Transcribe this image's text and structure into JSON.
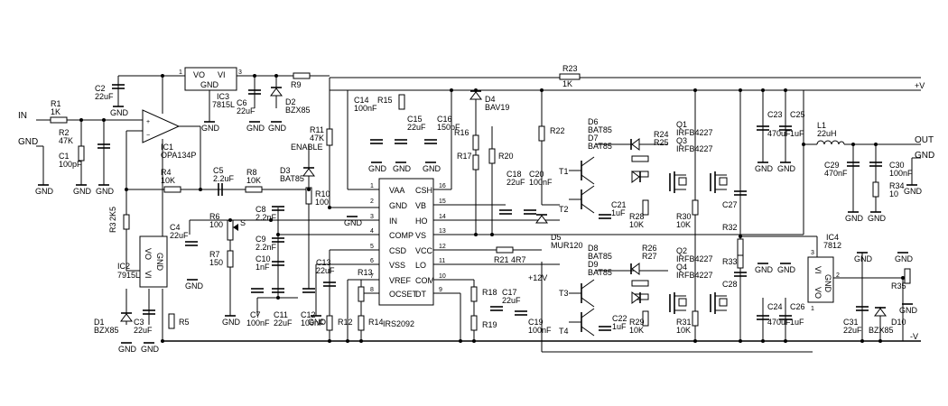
{
  "rails": {
    "pos": "+V",
    "neg": "-V",
    "p12": "+12V",
    "enable": "ENABLE",
    "input": "IN",
    "output": "OUT"
  },
  "gnd": "GND",
  "ic": {
    "driver": {
      "ref": "IRS2092",
      "pins": [
        {
          "n": "1",
          "name": "VAA"
        },
        {
          "n": "2",
          "name": "GND"
        },
        {
          "n": "3",
          "name": "IN"
        },
        {
          "n": "4",
          "name": "COMP"
        },
        {
          "n": "5",
          "name": "CSD"
        },
        {
          "n": "6",
          "name": "VSS"
        },
        {
          "n": "7",
          "name": "VREF"
        },
        {
          "n": "8",
          "name": "OCSET"
        },
        {
          "n": "16",
          "name": "CSH"
        },
        {
          "n": "15",
          "name": "VB"
        },
        {
          "n": "14",
          "name": "HO"
        },
        {
          "n": "13",
          "name": "VS"
        },
        {
          "n": "12",
          "name": "VCC"
        },
        {
          "n": "11",
          "name": "LO"
        },
        {
          "n": "10",
          "name": "COM"
        },
        {
          "n": "9",
          "name": "DT"
        }
      ]
    },
    "ic1": {
      "ref": "IC1",
      "val": "OPA134P"
    },
    "ic2": {
      "ref": "IC2",
      "val": "7915L",
      "vo": "VO",
      "vi": "VI",
      "gnd": "GND"
    },
    "ic3": {
      "ref": "IC3",
      "val": "7815L",
      "vo": "VO",
      "vi": "VI",
      "gnd": "GND",
      "p1": "1",
      "p3": "3"
    },
    "ic4": {
      "ref": "IC4",
      "val": "7812",
      "vi": "VI",
      "vo": "VO",
      "gnd": "GND",
      "p1": "1",
      "p2": "2",
      "p3": "3"
    }
  },
  "resistors": {
    "r1": {
      "ref": "R1",
      "val": "1K"
    },
    "r2": {
      "ref": "R2",
      "val": "47K"
    },
    "r3": {
      "ref": "R3",
      "val": "2K5"
    },
    "r4": {
      "ref": "R4",
      "val": "10K"
    },
    "r5": {
      "ref": "R5",
      "val": ""
    },
    "r6": {
      "ref": "R6",
      "val": "100"
    },
    "r7": {
      "ref": "R7",
      "val": "150"
    },
    "r8": {
      "ref": "R8",
      "val": "10K"
    },
    "r9": {
      "ref": "R9",
      "val": ""
    },
    "r10": {
      "ref": "R10",
      "val": "100"
    },
    "r11": {
      "ref": "R11",
      "val": "47K"
    },
    "r12": {
      "ref": "R12",
      "val": ""
    },
    "r13": {
      "ref": "R13",
      "val": ""
    },
    "r14": {
      "ref": "R14",
      "val": ""
    },
    "r15": {
      "ref": "R15",
      "val": ""
    },
    "r16": {
      "ref": "R16",
      "val": ""
    },
    "r17": {
      "ref": "R17",
      "val": ""
    },
    "r18": {
      "ref": "R18",
      "val": ""
    },
    "r19": {
      "ref": "R19",
      "val": ""
    },
    "r20": {
      "ref": "R20",
      "val": ""
    },
    "r21": {
      "ref": "R21",
      "val": "4R7"
    },
    "r22": {
      "ref": "R22",
      "val": ""
    },
    "r23": {
      "ref": "R23",
      "val": "1K"
    },
    "r24": {
      "ref": "R24",
      "val": ""
    },
    "r25": {
      "ref": "R25",
      "val": ""
    },
    "r26": {
      "ref": "R26",
      "val": ""
    },
    "r27": {
      "ref": "R27",
      "val": ""
    },
    "r28": {
      "ref": "R28",
      "val": "10K"
    },
    "r29": {
      "ref": "R29",
      "val": "10K"
    },
    "r30": {
      "ref": "R30",
      "val": "10K"
    },
    "r31": {
      "ref": "R31",
      "val": "10K"
    },
    "r32": {
      "ref": "R32",
      "val": ""
    },
    "r33": {
      "ref": "R33",
      "val": ""
    },
    "r34": {
      "ref": "R34",
      "val": "10"
    },
    "r35": {
      "ref": "R35",
      "val": ""
    }
  },
  "capacitors": {
    "c1": {
      "ref": "C1",
      "val": "100pF"
    },
    "c2": {
      "ref": "C2",
      "val": "22uF"
    },
    "c3": {
      "ref": "C3",
      "val": "22uF"
    },
    "c4": {
      "ref": "C4",
      "val": "22uF"
    },
    "c5": {
      "ref": "C5",
      "val": "2.2uF"
    },
    "c6": {
      "ref": "C6",
      "val": "22uF"
    },
    "c7": {
      "ref": "C7",
      "val": "100nF"
    },
    "c8": {
      "ref": "C8",
      "val": "2.2nF"
    },
    "c9": {
      "ref": "C9",
      "val": "2.2nF"
    },
    "c10": {
      "ref": "C10",
      "val": "1nF"
    },
    "c11": {
      "ref": "C11",
      "val": "22uF"
    },
    "c12": {
      "ref": "C12",
      "val": "100nF"
    },
    "c13": {
      "ref": "C13",
      "val": "22uF"
    },
    "c14": {
      "ref": "C14",
      "val": "100nF"
    },
    "c15": {
      "ref": "C15",
      "val": "22uF"
    },
    "c16": {
      "ref": "C16",
      "val": "150pF"
    },
    "c17": {
      "ref": "C17",
      "val": "22uF"
    },
    "c18": {
      "ref": "C18",
      "val": "22uF"
    },
    "c19": {
      "ref": "C19",
      "val": "100nF"
    },
    "c20": {
      "ref": "C20",
      "val": "100nF"
    },
    "c21": {
      "ref": "C21",
      "val": "1uF"
    },
    "c22": {
      "ref": "C22",
      "val": "1uF"
    },
    "c23": {
      "ref": "C23",
      "val": "470uF"
    },
    "c24": {
      "ref": "C24",
      "val": "470uF"
    },
    "c25": {
      "ref": "C25",
      "val": "1uF"
    },
    "c26": {
      "ref": "C26",
      "val": "1uF"
    },
    "c27": {
      "ref": "C27",
      "val": ""
    },
    "c28": {
      "ref": "C28",
      "val": ""
    },
    "c29": {
      "ref": "C29",
      "val": "470nF"
    },
    "c30": {
      "ref": "C30",
      "val": "100nF"
    },
    "c31": {
      "ref": "C31",
      "val": "22uF"
    }
  },
  "diodes": {
    "d1": {
      "ref": "D1",
      "val": "BZX85"
    },
    "d2": {
      "ref": "D2",
      "val": "BZX85"
    },
    "d3": {
      "ref": "D3",
      "val": "BAT85"
    },
    "d4": {
      "ref": "D4",
      "val": "BAV19"
    },
    "d5": {
      "ref": "D5",
      "val": "MUR120"
    },
    "d6": {
      "ref": "D6",
      "val": "BAT85"
    },
    "d7": {
      "ref": "D7",
      "val": "BAT85"
    },
    "d8": {
      "ref": "D8",
      "val": "BAT85"
    },
    "d9": {
      "ref": "D9",
      "val": "BAT85"
    },
    "d10": {
      "ref": "D10",
      "val": "BZX85"
    }
  },
  "transistors": {
    "q1": {
      "ref": "Q1",
      "val": "IRFB4227"
    },
    "q2": {
      "ref": "Q2",
      "val": "IRFB4227"
    },
    "q3": {
      "ref": "Q3",
      "val": "IRFB4227"
    },
    "q4": {
      "ref": "Q4",
      "val": "IRFB4227"
    },
    "t1": "T1",
    "t2": "T2",
    "t3": "T3",
    "t4": "T4"
  },
  "inductor": {
    "ref": "L1",
    "val": "22uH"
  },
  "pot_wiper": "S"
}
